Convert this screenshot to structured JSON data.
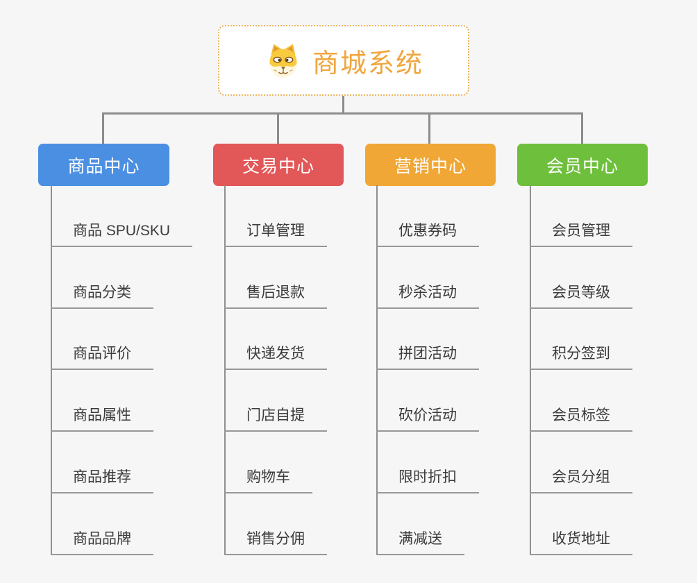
{
  "root": {
    "title": "商城系统",
    "title_color": "#F0A63E",
    "border_color": "#EAB45E",
    "icon": "dog-icon"
  },
  "connector_color": "#8C8C8C",
  "leaf_line_color": "#979797",
  "background_color": "#F6F6F6",
  "branches": [
    {
      "label": "商品中心",
      "color": "#4B8FE2",
      "children": [
        "商品 SPU/SKU",
        "商品分类",
        "商品评价",
        "商品属性",
        "商品推荐",
        "商品品牌"
      ]
    },
    {
      "label": "交易中心",
      "color": "#E25757",
      "children": [
        "订单管理",
        "售后退款",
        "快递发货",
        "门店自提",
        "购物车",
        "销售分佣"
      ]
    },
    {
      "label": "营销中心",
      "color": "#F0A736",
      "children": [
        "优惠券码",
        "秒杀活动",
        "拼团活动",
        "砍价活动",
        "限时折扣",
        "满减送"
      ]
    },
    {
      "label": "会员中心",
      "color": "#6EC03C",
      "children": [
        "会员管理",
        "会员等级",
        "积分签到",
        "会员标签",
        "会员分组",
        "收货地址"
      ]
    }
  ]
}
